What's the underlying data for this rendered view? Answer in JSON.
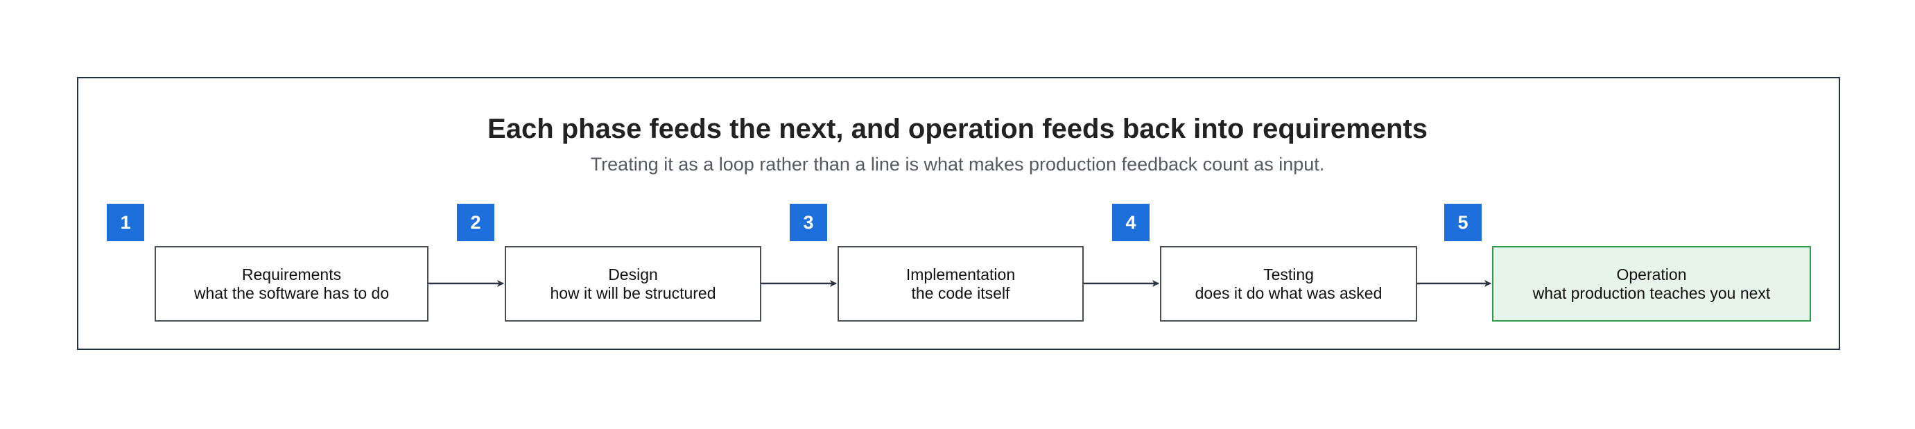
{
  "diagram": {
    "title": "Each phase feeds the next, and operation feeds back into requirements",
    "subtitle": "Treating it as a loop rather than a line is what makes production feedback count as input.",
    "steps": [
      {
        "number": "1",
        "name": "Requirements",
        "description": "what the software has to do"
      },
      {
        "number": "2",
        "name": "Design",
        "description": "how it will be structured"
      },
      {
        "number": "3",
        "name": "Implementation",
        "description": "the code itself"
      },
      {
        "number": "4",
        "name": "Testing",
        "description": "does it do what was asked"
      },
      {
        "number": "5",
        "name": "Operation",
        "description": "what production teaches you next"
      }
    ],
    "colors": {
      "badge": "#1d6fdc",
      "frame_border": "#22303f",
      "box_border": "#4a4f55",
      "final_fill": "#e6f4e9",
      "final_border": "#2e9e4a",
      "arrow": "#2b3440"
    }
  }
}
